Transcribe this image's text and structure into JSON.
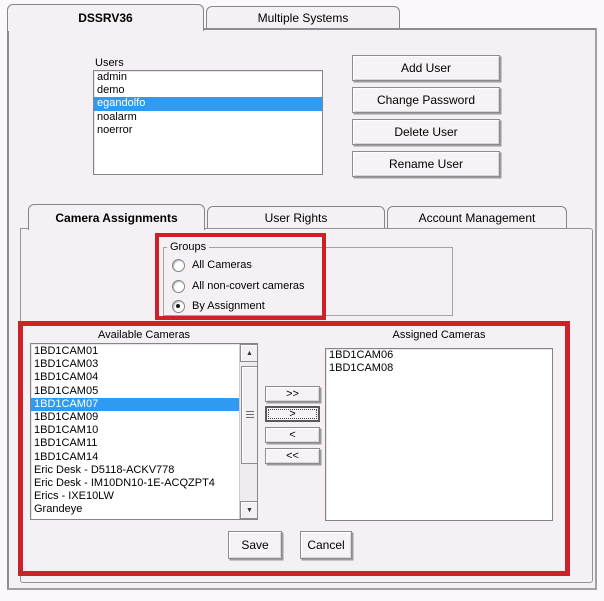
{
  "system_tabs": {
    "dssrv36": "DSSRV36",
    "multiple_systems": "Multiple Systems"
  },
  "users": {
    "label": "Users",
    "items": [
      "admin",
      "demo",
      "egandolfo",
      "noalarm",
      "noerror"
    ],
    "selected": "egandolfo"
  },
  "user_buttons": {
    "add": "Add User",
    "change_password": "Change Password",
    "delete": "Delete User",
    "rename": "Rename User"
  },
  "settings_tabs": {
    "camera_assignments": "Camera Assignments",
    "user_rights": "User Rights",
    "account_management": "Account Management"
  },
  "groups": {
    "label": "Groups",
    "options": [
      "All Cameras",
      "All non-covert cameras",
      "By Assignment"
    ],
    "selected": "By Assignment"
  },
  "available": {
    "label": "Available Cameras",
    "items": [
      "1BD1CAM01",
      "1BD1CAM03",
      "1BD1CAM04",
      "1BD1CAM05",
      "1BD1CAM07",
      "1BD1CAM09",
      "1BD1CAM10",
      "1BD1CAM11",
      "1BD1CAM14",
      "Eric Desk - D5118-ACKV778",
      "Eric Desk - IM10DN10-1E-ACQZPT4",
      "Erics - IXE10LW",
      "Grandeye"
    ],
    "selected": "1BD1CAM07"
  },
  "assigned": {
    "label": "Assigned Cameras",
    "items": [
      "1BD1CAM06",
      "1BD1CAM08"
    ]
  },
  "transfer": {
    "move_all_right": ">>",
    "move_right": ">",
    "move_left": "<",
    "move_all_left": "<<"
  },
  "actions": {
    "save": "Save",
    "cancel": "Cancel"
  },
  "scrollbar": {
    "up_glyph": "▲",
    "down_glyph": "▼"
  },
  "colors": {
    "selection_blue": "#2f9af0",
    "annotation_red": "#cb2127",
    "dialog_background": "#f5f0f4"
  }
}
